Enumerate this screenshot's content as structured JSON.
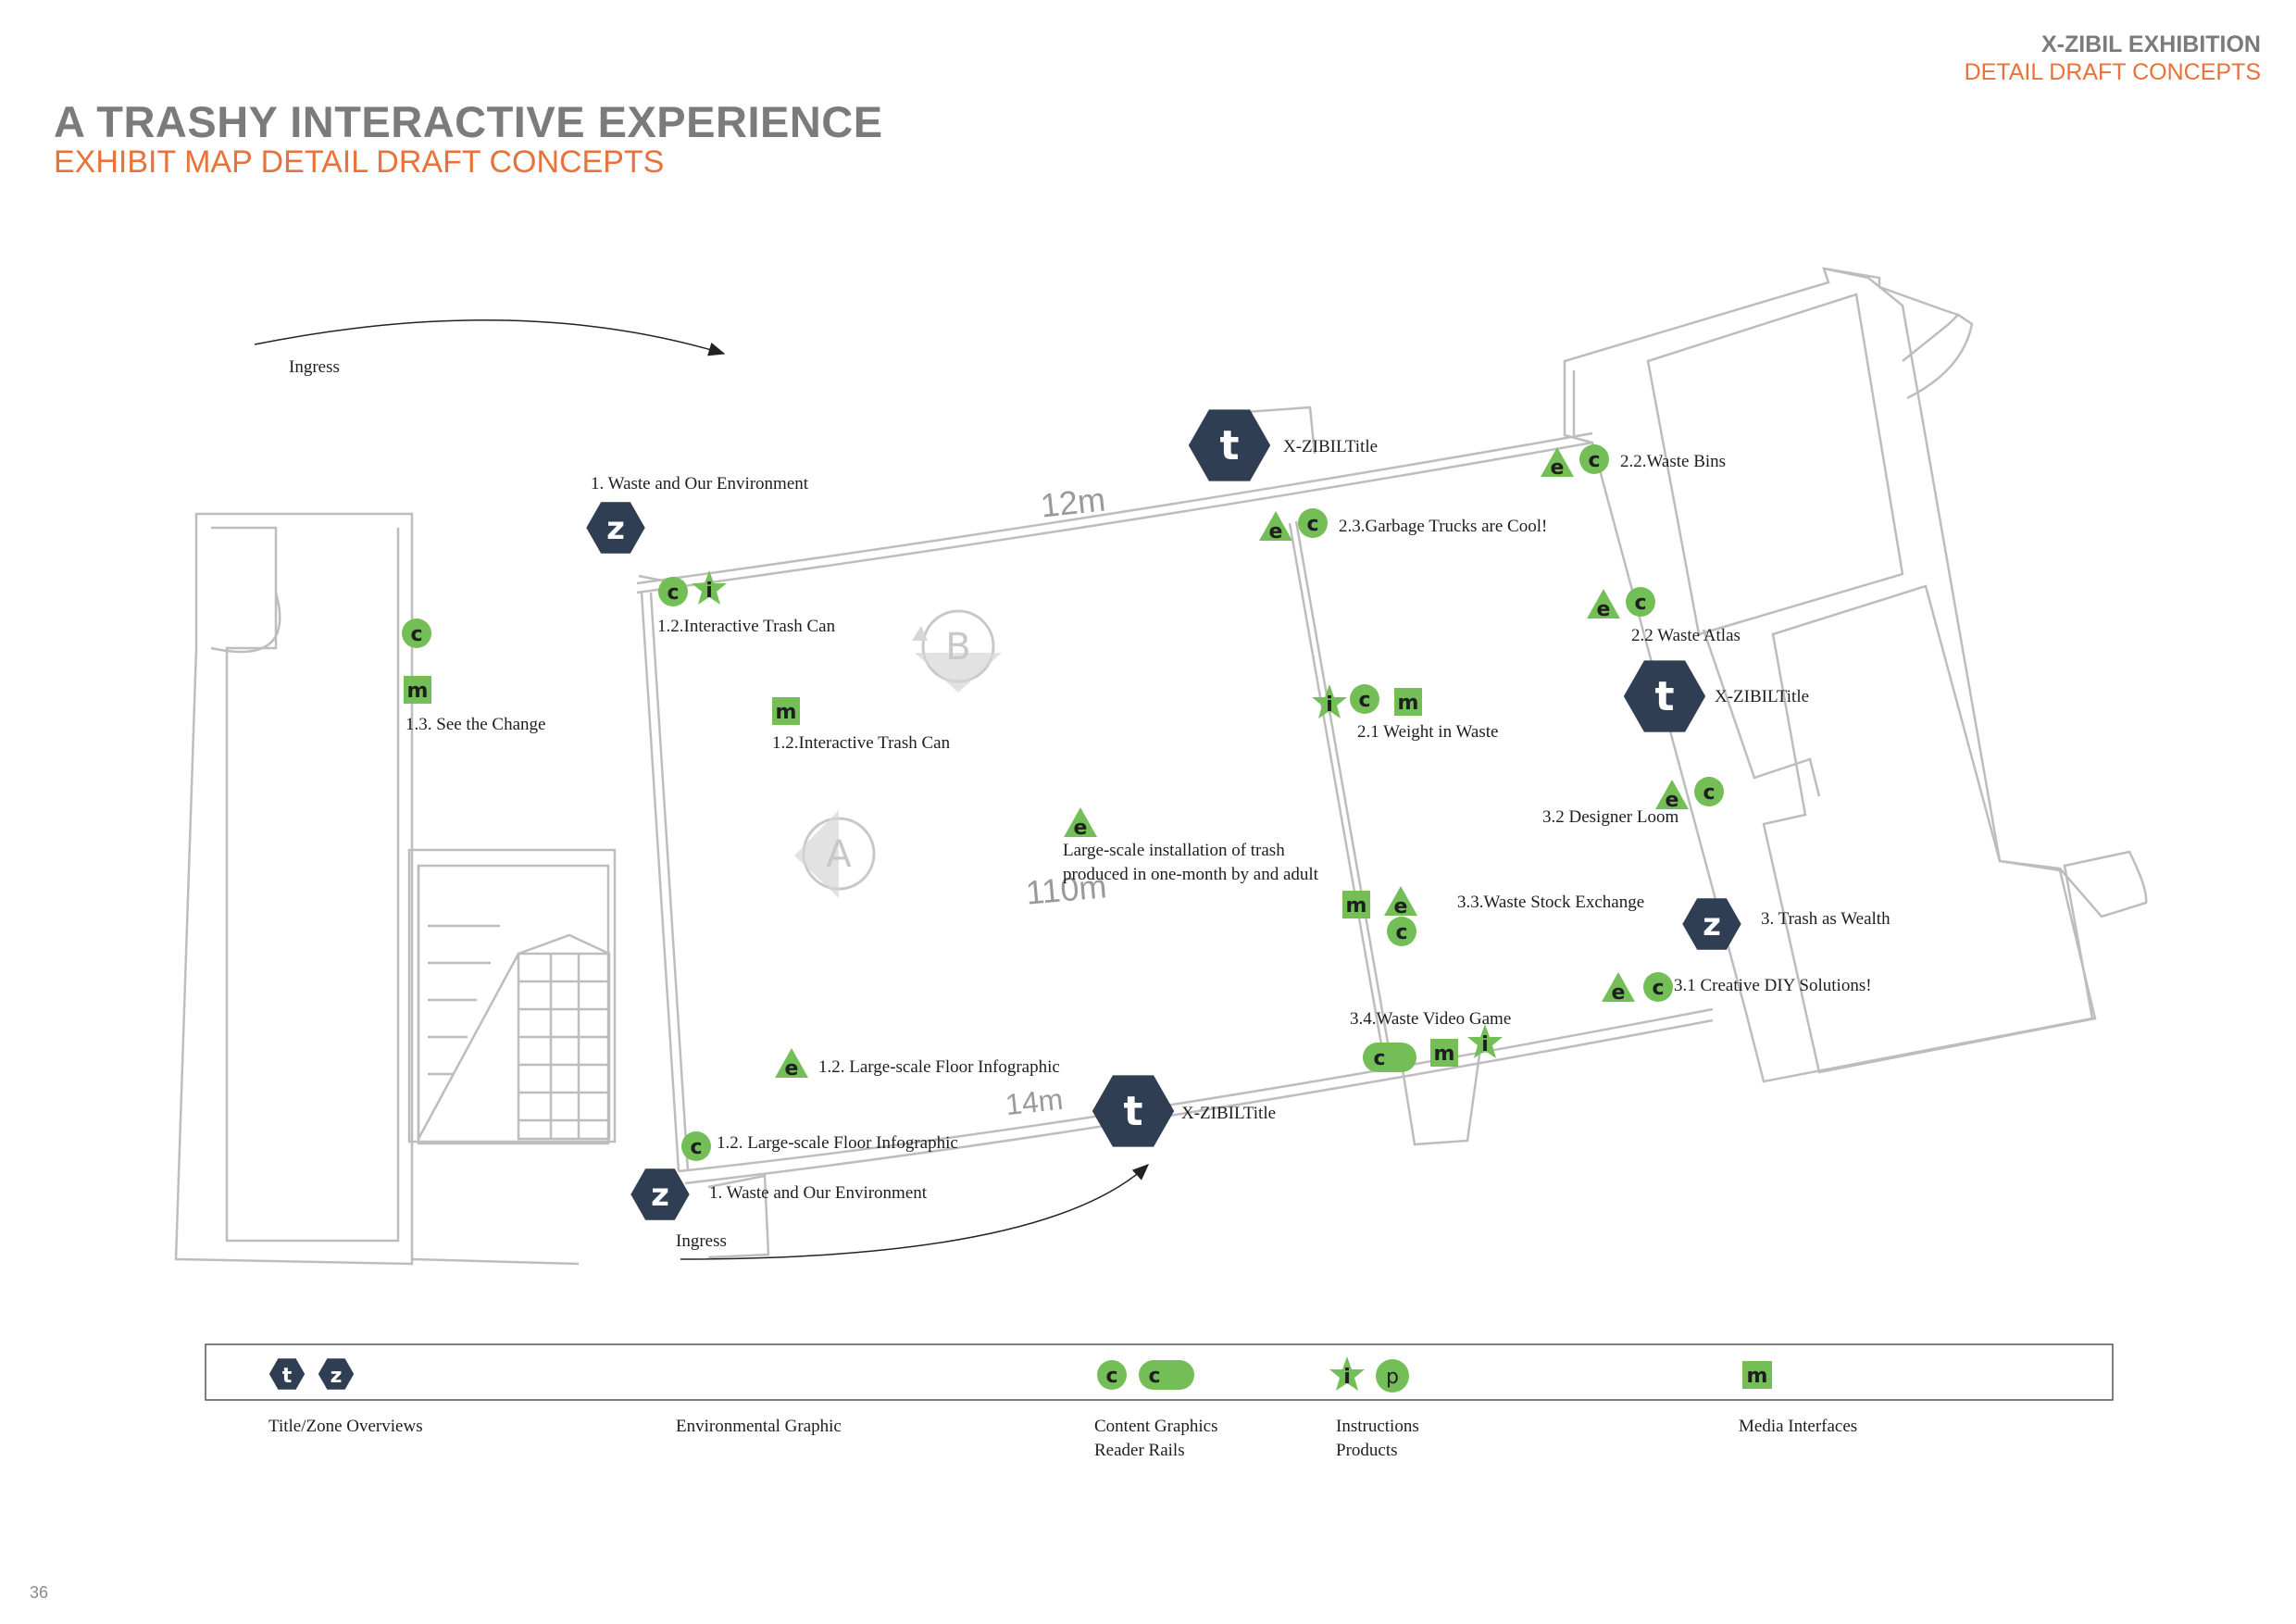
{
  "header": {
    "exhibition": "X-ZIBIL EXHIBITION",
    "exhibition_sub": "DETAIL DRAFT CONCEPTS",
    "title": "A TRASHY INTERACTIVE EXPERIENCE",
    "subtitle": "EXHIBIT MAP DETAIL DRAFT CONCEPTS"
  },
  "colors": {
    "orange": "#e8723a",
    "grey_text": "#7b7b7b",
    "navy": "#2f3e52",
    "green": "#74be57",
    "wall": "#bdbdbd"
  },
  "map": {
    "ingress_top": "Ingress",
    "ingress_bottom": "Ingress",
    "dim_12m": "12m",
    "dim_110m": "110m",
    "dim_14m": "14m",
    "zone_a": "A",
    "zone_b": "B",
    "labels": {
      "waste_env_top": "1. Waste and Our Environment",
      "xzibil_title_top": "X-ZIBILTitle",
      "waste_bins": "2.2.Waste Bins",
      "garbage_trucks": "2.3.Garbage Trucks are Cool!",
      "trash_can_1": "1.2.Interactive Trash Can",
      "see_change": "1.3. See the Change",
      "trash_can_2": "1.2.Interactive Trash Can",
      "waste_atlas": "2.2 Waste Atlas",
      "xzibil_title_right": "X-ZIBILTitle",
      "weight_waste": "2.1 Weight in Waste",
      "designer_loom": "3.2 Designer Loom",
      "installation_1": "Large-scale installation of trash",
      "installation_2": "produced in one-month by and adult",
      "stock_exchange": "3.3.Waste Stock Exchange",
      "trash_wealth": "3. Trash as Wealth",
      "diy": "3.1 Creative DIY Solutions!",
      "video_game": "3.4.Waste Video Game",
      "floor_infographic_e": "1.2. Large-scale Floor Infographic",
      "floor_infographic_c": "1.2. Large-scale Floor Infographic",
      "xzibil_title_bottom": "X-ZIBILTitle",
      "waste_env_bottom": "1. Waste and Our Environment"
    },
    "icon_letters": {
      "title": "t",
      "zone": "z",
      "env": "e",
      "content": "c",
      "media": "m",
      "instr": "i",
      "product": "p"
    }
  },
  "legend": {
    "title_zone": "Title/Zone Overviews",
    "environmental": "Environmental Graphic",
    "content_1": "Content Graphics",
    "content_2": "Reader Rails",
    "instructions_1": "Instructions",
    "instructions_2": "Products",
    "media": "Media Interfaces"
  },
  "page_number": "36"
}
